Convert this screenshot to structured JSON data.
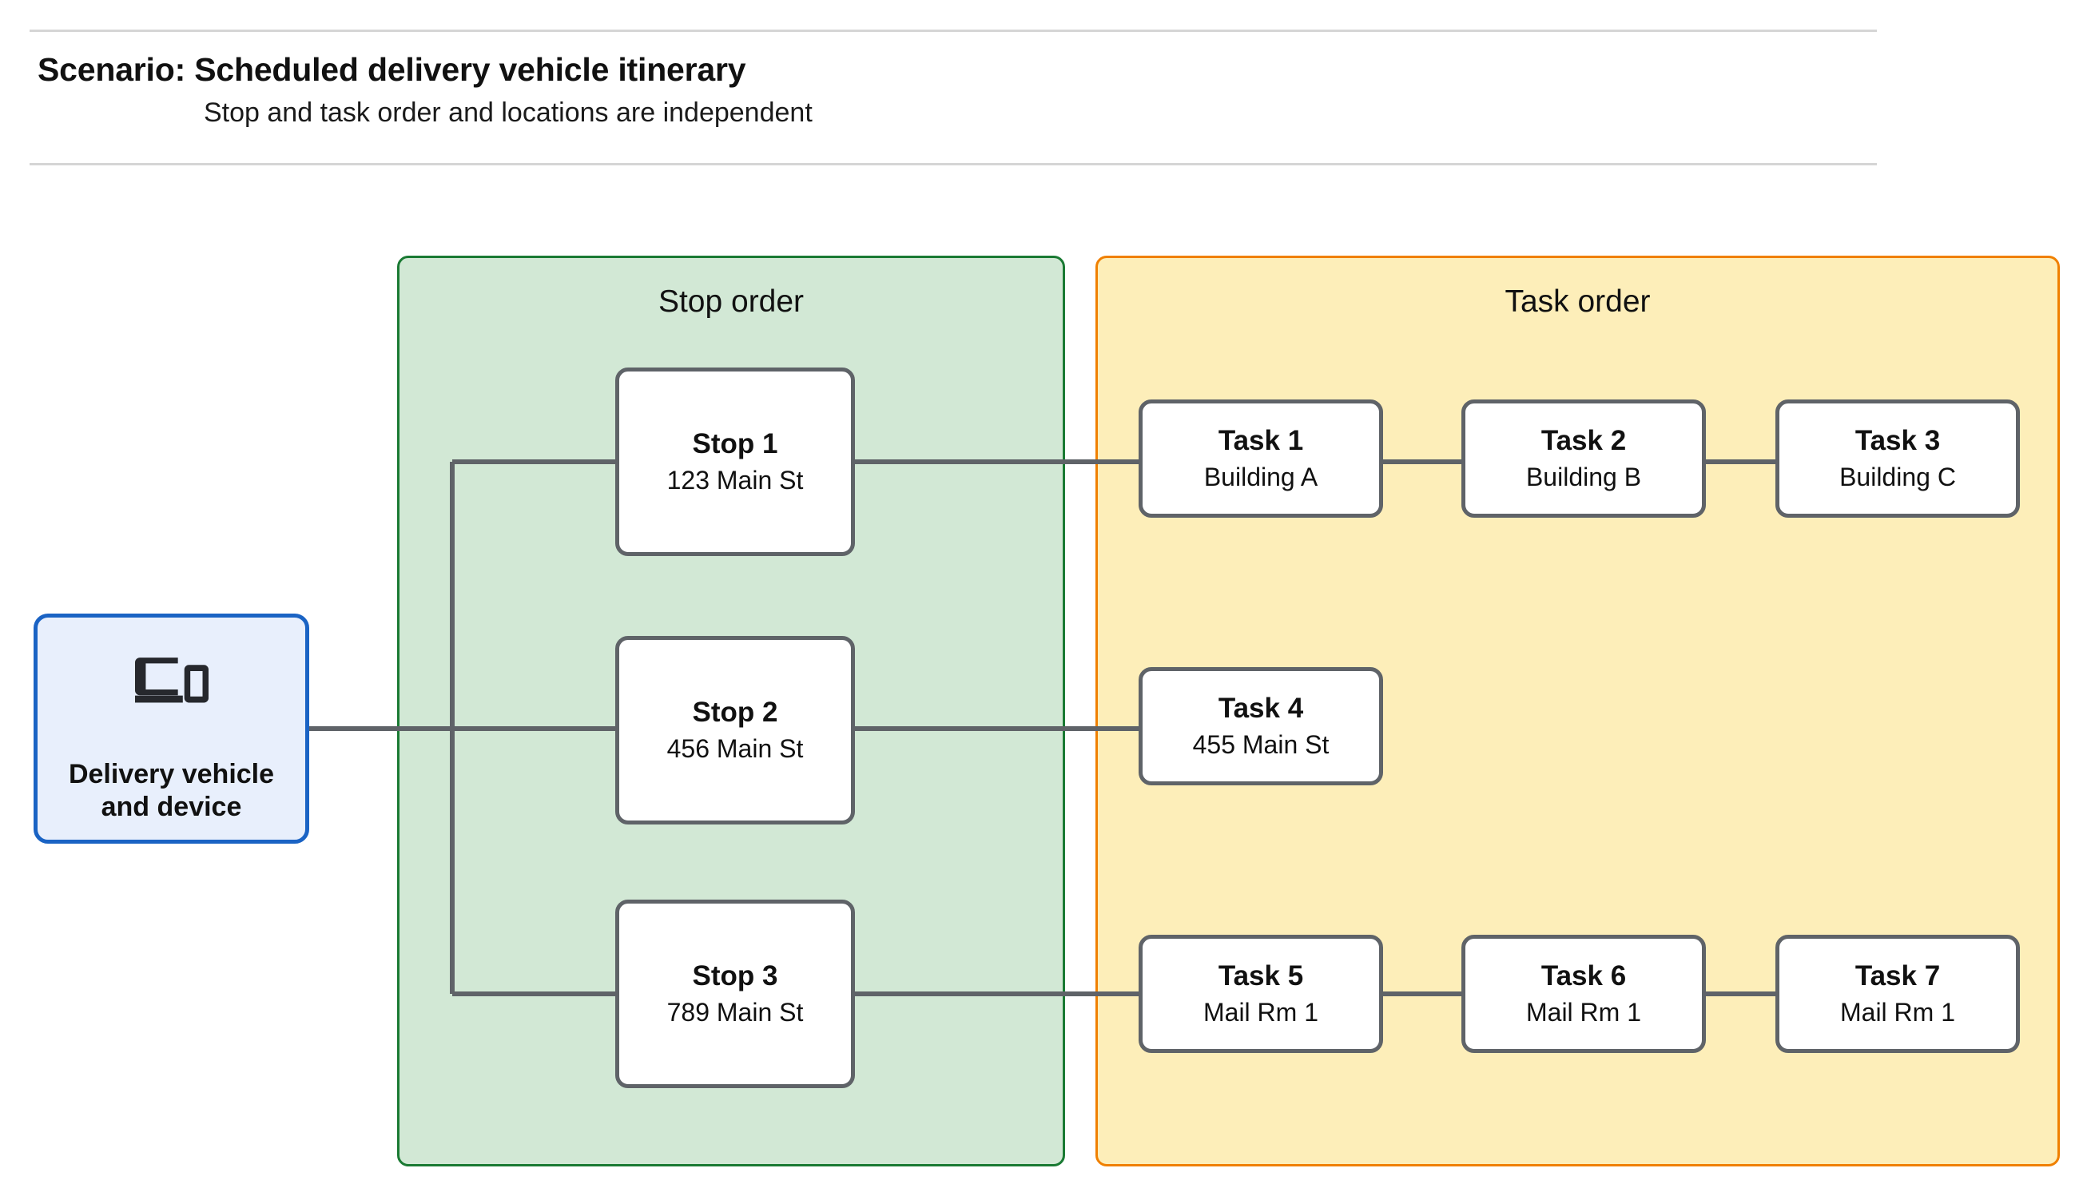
{
  "header": {
    "title": "Scenario: Scheduled delivery vehicle itinerary",
    "subtitle": "Stop and task order and locations are independent"
  },
  "vehicle": {
    "icon": "devices-icon",
    "label": "Delivery vehicle\nand device"
  },
  "panels": {
    "stop_order": {
      "title": "Stop order",
      "fill": "#d2e8d5",
      "border": "#1a7a33"
    },
    "task_order": {
      "title": "Task order",
      "fill": "#fdeeb9",
      "border": "#f08000"
    }
  },
  "stops": [
    {
      "title": "Stop 1",
      "address": "123 Main St"
    },
    {
      "title": "Stop 2",
      "address": "456 Main St"
    },
    {
      "title": "Stop 3",
      "address": "789 Main St"
    }
  ],
  "tasks": [
    {
      "title": "Task 1",
      "location": "Building A"
    },
    {
      "title": "Task 2",
      "location": "Building B"
    },
    {
      "title": "Task 3",
      "location": "Building C"
    },
    {
      "title": "Task 4",
      "location": "455 Main St"
    },
    {
      "title": "Task 5",
      "location": "Mail Rm 1"
    },
    {
      "title": "Task 6",
      "location": "Mail Rm 1"
    },
    {
      "title": "Task 7",
      "location": "Mail Rm 1"
    }
  ],
  "colors": {
    "node_border": "#5f6368",
    "vehicle_border": "#1a63c4",
    "vehicle_fill": "#e8effc",
    "connector": "#5f6368",
    "rule": "#d5d5d5"
  }
}
